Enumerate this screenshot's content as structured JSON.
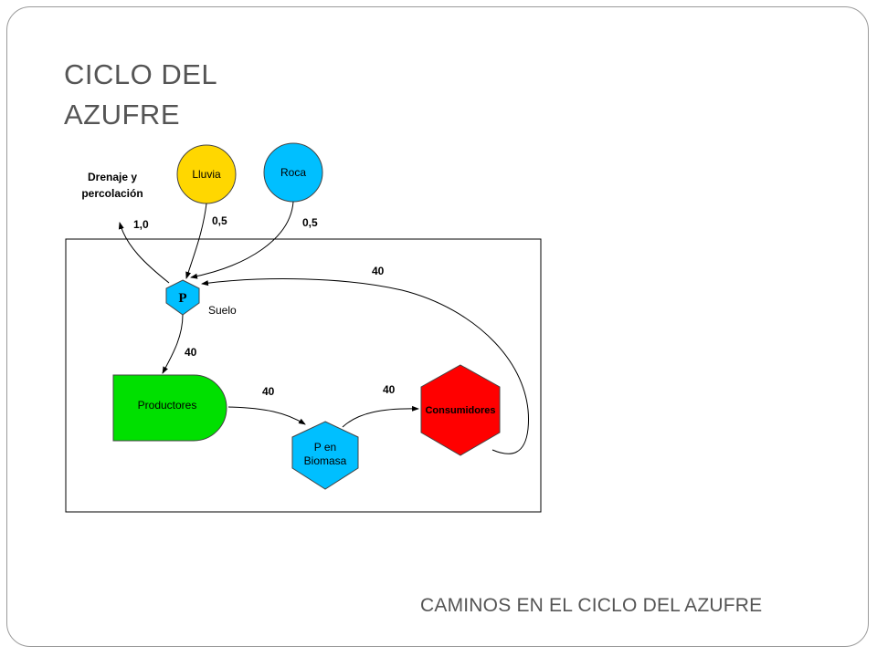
{
  "slide": {
    "title_line1": "CICLO DEL",
    "title_line2": "AZUFRE",
    "caption": "CAMINOS EN EL CICLO DEL AZUFRE"
  },
  "diagram": {
    "nodes": {
      "lluvia": "Lluvia",
      "roca": "Roca",
      "p_suelo": "P",
      "suelo": "Suelo",
      "productores": "Productores",
      "p_biomasa_1": "P en",
      "p_biomasa_2": "Biomasa",
      "consumidores": "Consumidores",
      "drenaje_1": "Drenaje y",
      "drenaje_2": "percolación"
    },
    "flows": {
      "drenaje": "1,0",
      "lluvia": "0,5",
      "roca": "0,5",
      "consumidores_suelo": "40",
      "suelo_productores": "40",
      "productores_biomasa": "40",
      "biomasa_consumidores": "40"
    },
    "colors": {
      "lluvia": "#FFD700",
      "roca": "#00BFFF",
      "p_nodes": "#00BFFF",
      "productores": "#00E000",
      "consumidores": "#FF0000",
      "frame": "#000000"
    }
  }
}
